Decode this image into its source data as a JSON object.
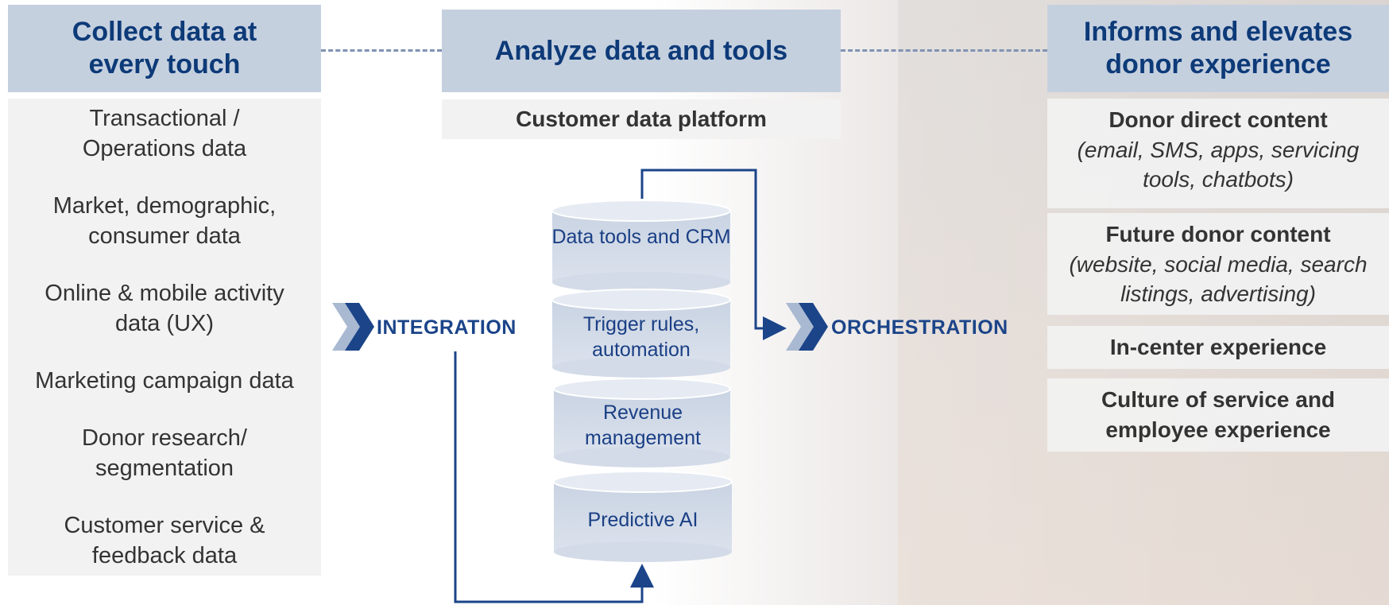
{
  "collect": {
    "title": "Collect data at every touch",
    "items": [
      "Transactional / Operations data",
      "Market, demographic, consumer data",
      "Online & mobile activity data (UX)",
      "Marketing campaign data",
      "Donor research/ segmentation",
      "Customer service & feedback data"
    ]
  },
  "analyze": {
    "title": "Analyze data and tools",
    "platform": "Customer data platform",
    "stack": [
      "Data tools and CRM",
      "Trigger rules, automation",
      "Revenue management",
      "Predictive AI"
    ]
  },
  "flow": {
    "integration": "INTEGRATION",
    "orchestration": "ORCHESTRATION"
  },
  "informs": {
    "title": "Informs and elevates donor experience",
    "items": [
      {
        "title": "Donor direct content",
        "sub": "(email, SMS, apps, servicing tools, chatbots)"
      },
      {
        "title": "Future donor content",
        "sub": "(website, social media, search listings, advertising)"
      },
      {
        "title": "In-center experience",
        "sub": ""
      },
      {
        "title": "Culture of service and employee experience",
        "sub": ""
      }
    ]
  },
  "colors": {
    "header_bg": "#c5d0df",
    "header_text": "#0d3a78",
    "accent_blue": "#1b4489",
    "panel_bg": "#f2f2f2"
  }
}
